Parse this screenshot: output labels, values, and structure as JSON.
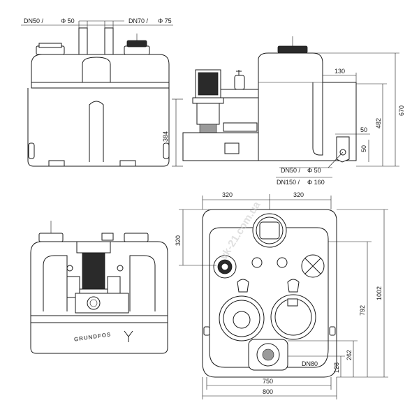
{
  "labels": {
    "front_left": "DN50 /",
    "front_left_val": "Φ 50",
    "front_right": "DN70 /",
    "front_right_val": "Φ 75",
    "side_d130": "130",
    "side_d670": "670",
    "side_d482": "482",
    "side_d384": "384",
    "side_d50a": "50",
    "side_d50b": "50",
    "side_dn50": "DN50 /",
    "side_dn50_val": "Φ 50",
    "side_dn150": "DN150 /",
    "side_dn150_val": "Φ 160",
    "plan_320a": "320",
    "plan_320b": "320",
    "plan_320v": "320",
    "plan_1002": "1002",
    "plan_792": "792",
    "plan_262": "262",
    "plan_128": "128",
    "plan_dn80": "DN80",
    "plan_750": "750",
    "plan_800": "800",
    "brand": "GRUNDFOS",
    "watermark": "vk-21.com.ua"
  }
}
